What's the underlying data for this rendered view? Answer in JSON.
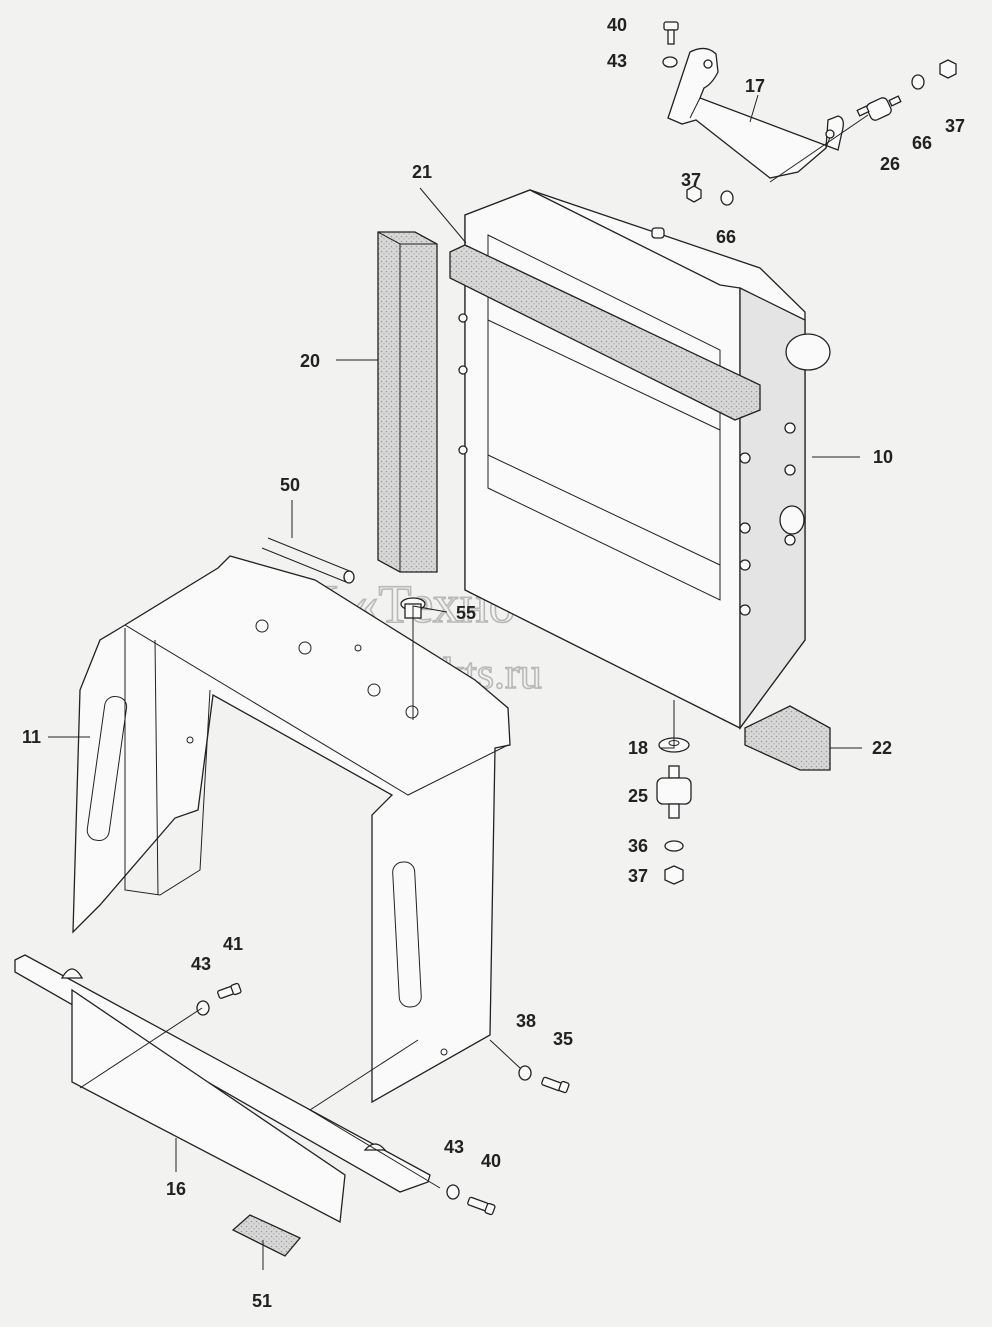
{
  "watermark": {
    "line1": "ТПК «Техно-Сиб»",
    "line2": "www.tpkts.ru"
  },
  "callouts": [
    {
      "id": "c40a",
      "text": "40"
    },
    {
      "id": "c43a",
      "text": "43"
    },
    {
      "id": "c17",
      "text": "17"
    },
    {
      "id": "c37a",
      "text": "37"
    },
    {
      "id": "c26",
      "text": "26"
    },
    {
      "id": "c66a",
      "text": "66"
    },
    {
      "id": "c21",
      "text": "21"
    },
    {
      "id": "c37b",
      "text": "37"
    },
    {
      "id": "c66b",
      "text": "66"
    },
    {
      "id": "c20",
      "text": "20"
    },
    {
      "id": "c10",
      "text": "10"
    },
    {
      "id": "c50",
      "text": "50"
    },
    {
      "id": "c55",
      "text": "55"
    },
    {
      "id": "c11",
      "text": "11"
    },
    {
      "id": "c18",
      "text": "18"
    },
    {
      "id": "c22",
      "text": "22"
    },
    {
      "id": "c25",
      "text": "25"
    },
    {
      "id": "c36",
      "text": "36"
    },
    {
      "id": "c37c",
      "text": "37"
    },
    {
      "id": "c41",
      "text": "41"
    },
    {
      "id": "c43b",
      "text": "43"
    },
    {
      "id": "c38",
      "text": "38"
    },
    {
      "id": "c35",
      "text": "35"
    },
    {
      "id": "c16",
      "text": "16"
    },
    {
      "id": "c43c",
      "text": "43"
    },
    {
      "id": "c40b",
      "text": "40"
    },
    {
      "id": "c51",
      "text": "51"
    }
  ]
}
